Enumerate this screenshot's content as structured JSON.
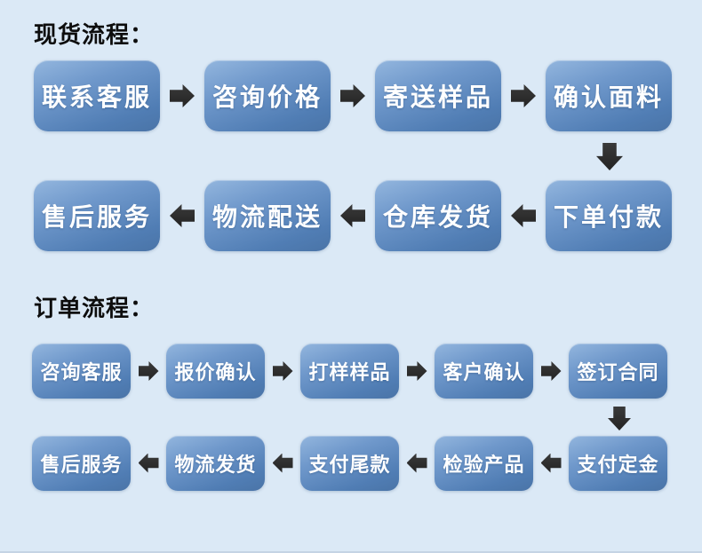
{
  "page": {
    "background_color": "#dbe9f6",
    "box_color_top": "#93b6de",
    "box_color_bottom": "#4a74a7",
    "box_text_color": "#ffffff",
    "arrow_color": "#2c2c2c",
    "title_color": "#0d0d0d"
  },
  "spot_flow": {
    "title": "现货流程：",
    "row1": [
      "联系客服",
      "咨询价格",
      "寄送样品",
      "确认面料"
    ],
    "row2": [
      "售后服务",
      "物流配送",
      "仓库发货",
      "下单付款"
    ]
  },
  "order_flow": {
    "title": "订单流程：",
    "row1": [
      "咨询客服",
      "报价确认",
      "打样样品",
      "客户确认",
      "签订合同"
    ],
    "row2": [
      "售后服务",
      "物流发货",
      "支付尾款",
      "检验产品",
      "支付定金"
    ]
  },
  "icons": {
    "arrow_right": "block-arrow-right",
    "arrow_left": "block-arrow-left",
    "arrow_down": "block-arrow-down"
  }
}
